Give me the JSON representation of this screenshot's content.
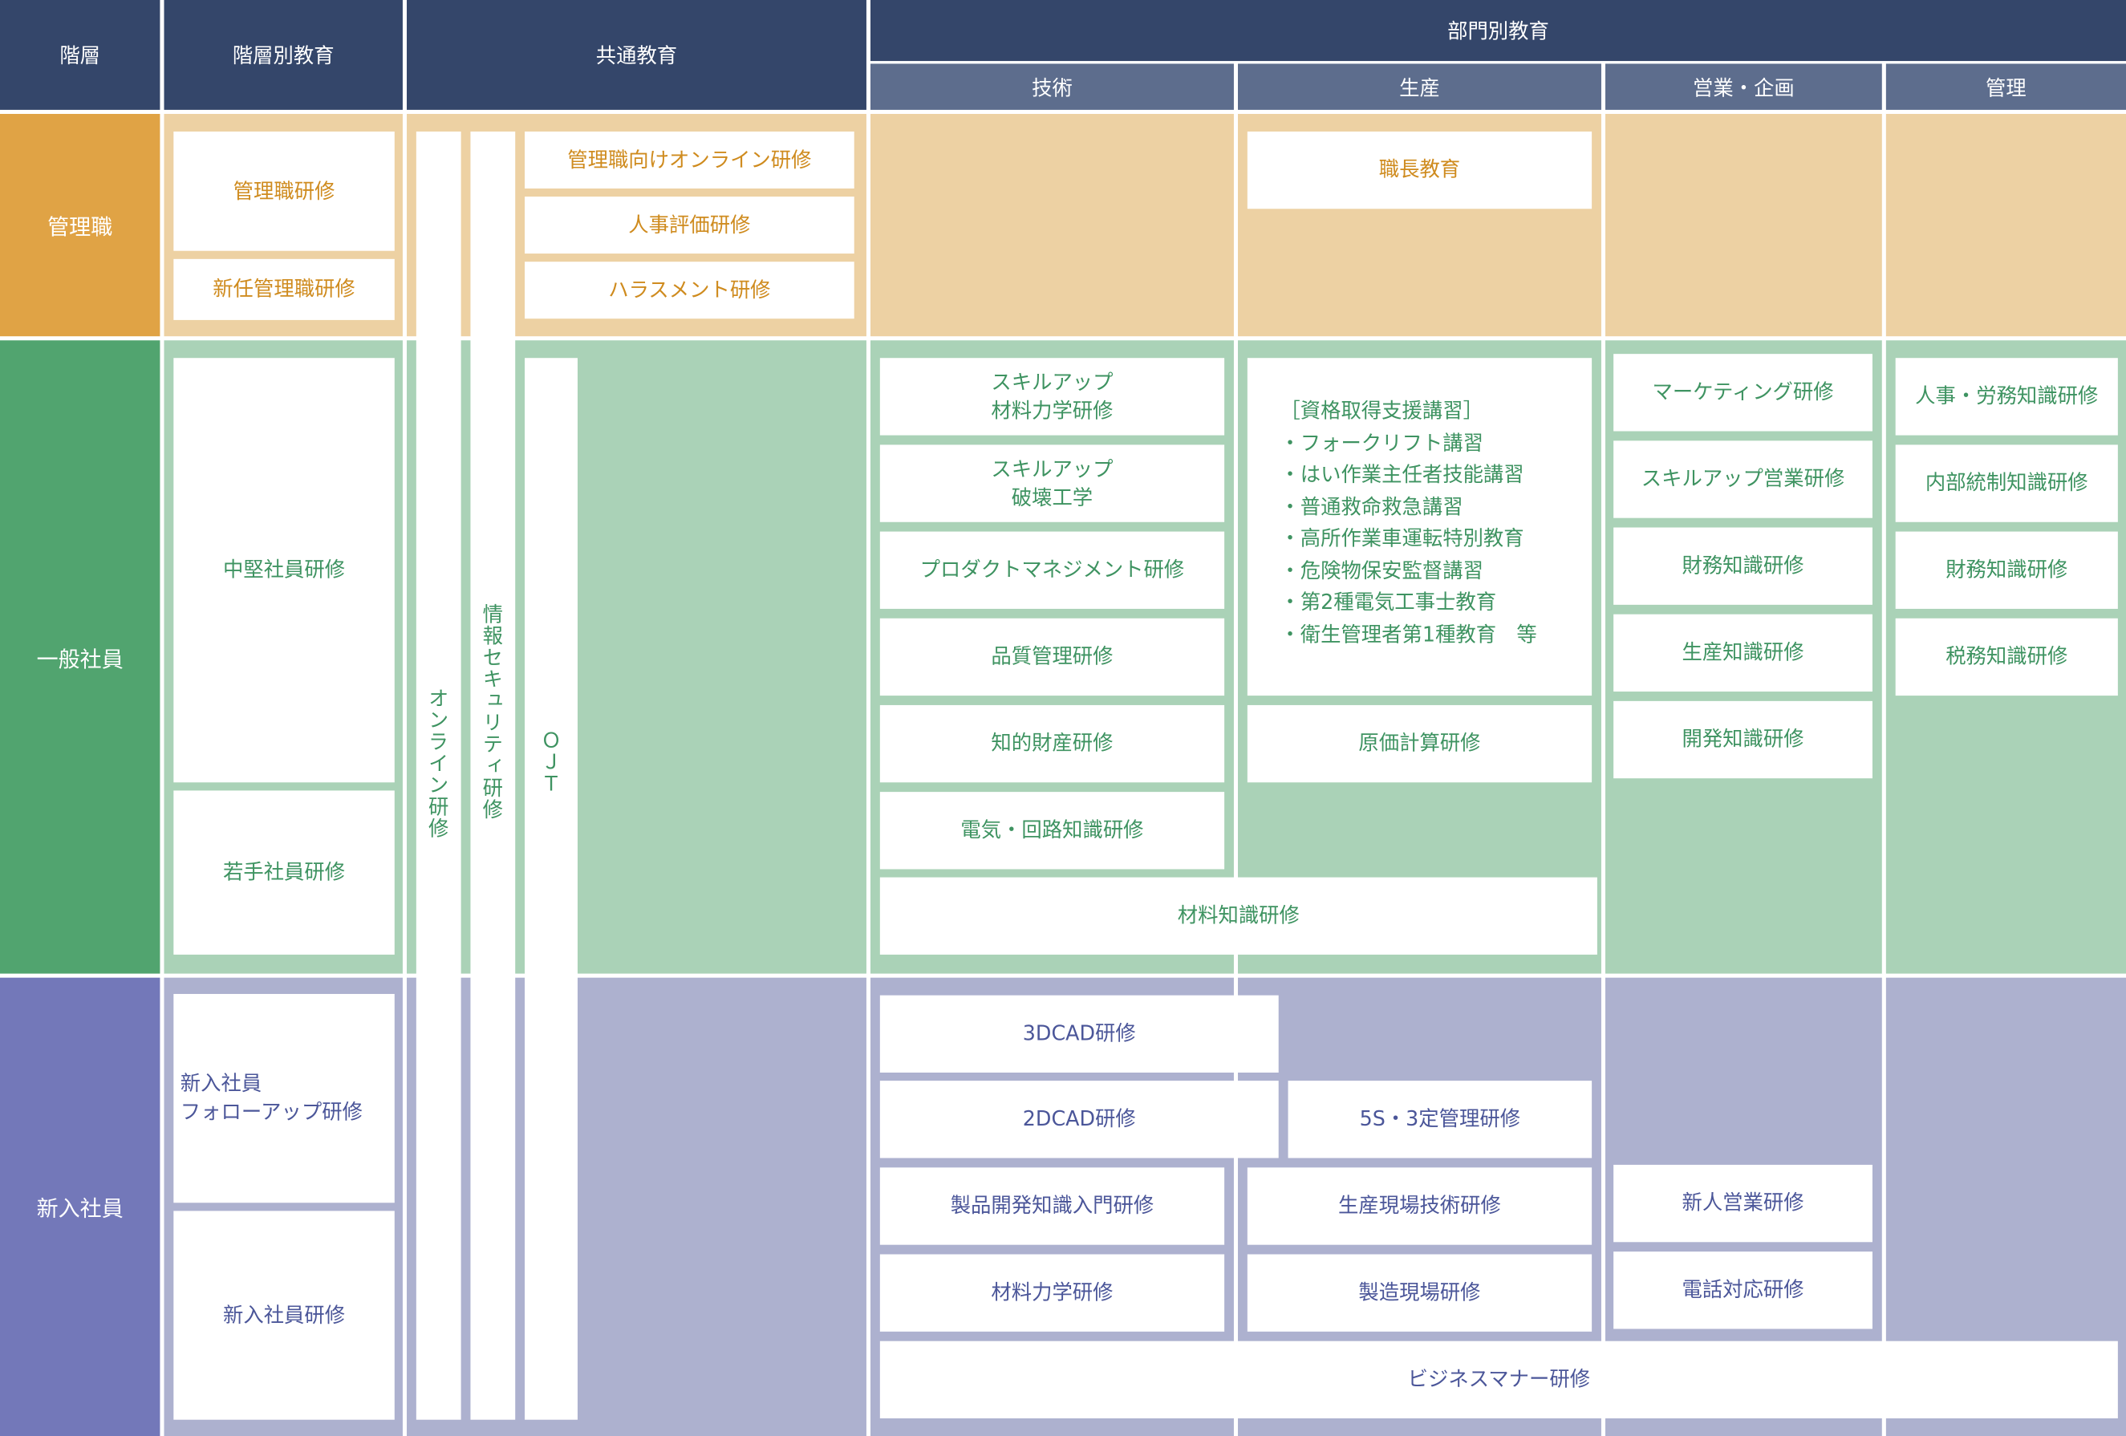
{
  "header": {
    "level": "階層",
    "by_level": "階層別教育",
    "common": "共通教育",
    "department": "部門別教育",
    "departments": [
      "技術",
      "生産",
      "営業・企画",
      "管理"
    ]
  },
  "rows": {
    "manager": "管理職",
    "general": "一般社員",
    "newcomer": "新入社員"
  },
  "level_education": {
    "manager_training": "管理職研修",
    "new_manager_training": "新任管理職研修",
    "mid_level_training": "中堅社員研修",
    "young_employee_training": "若手社員研修",
    "newcomer_followup_training": [
      "新入社員",
      "フォローアップ研修"
    ],
    "newcomer_training": "新入社員研修"
  },
  "common_education": {
    "online_training": "オンライン研修",
    "info_security_training": "情報セキュリティ研修",
    "ojt": "ＯＪＴ",
    "manager_online_training": "管理職向けオンライン研修",
    "hr_evaluation_training": "人事評価研修",
    "harassment_training": "ハラスメント研修"
  },
  "technology": {
    "skillup_material_mechanics": [
      "スキルアップ",
      "材料力学研修"
    ],
    "skillup_fracture_engineering": [
      "スキルアップ",
      "破壊工学"
    ],
    "product_management": "プロダクトマネジメント研修",
    "quality_management": "品質管理研修",
    "intellectual_property": "知的財産研修",
    "electric_circuit": "電気・回路知識研修",
    "material_knowledge": "材料知識研修",
    "cad3d": "3DCAD研修",
    "cad2d": "2DCAD研修",
    "product_dev_intro": "製品開発知識入門研修",
    "material_mechanics": "材料力学研修"
  },
  "production": {
    "foreman_education": "職長教育",
    "qualification_support": [
      "［資格取得支援講習］",
      "・フォークリフト講習",
      "・はい作業主任者技能講習",
      "・普通救命救急講習",
      "・高所作業車運転特別教育",
      "・危険物保安監督講習",
      "・第2種電気工事士教育",
      "・衛生管理者第1種教育　等"
    ],
    "cost_accounting": "原価計算研修",
    "five_s": "5S・3定管理研修",
    "site_technology": "生産現場技術研修",
    "manufacturing_site": "製造現場研修"
  },
  "sales_planning": {
    "marketing": "マーケティング研修",
    "skillup_sales": "スキルアップ営業研修",
    "finance_knowledge": "財務知識研修",
    "production_knowledge": "生産知識研修",
    "development_knowledge": "開発知識研修",
    "new_sales": "新人営業研修",
    "telephone": "電話対応研修"
  },
  "administration": {
    "hr_labor": "人事・労務知識研修",
    "internal_control": "内部統制知識研修",
    "finance_knowledge": "財務知識研修",
    "tax_knowledge": "税務知識研修"
  },
  "shared": {
    "business_manners": "ビジネスマナー研修"
  }
}
